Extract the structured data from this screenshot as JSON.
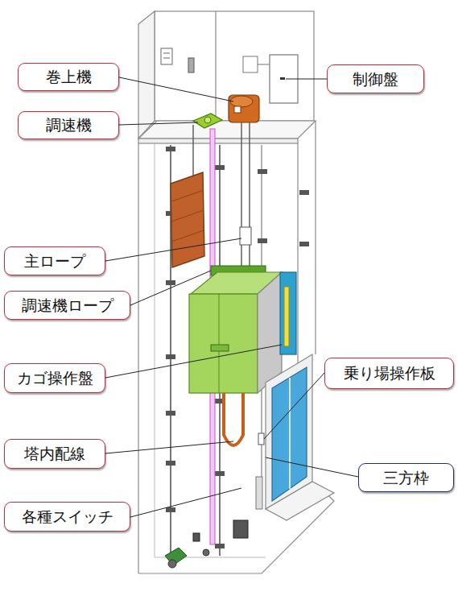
{
  "diagram": {
    "nodes": [
      {
        "text": [
          "巻上機"
        ]
      },
      {
        "text": [
          "制御盤"
        ]
      },
      {
        "text": [
          "調速機"
        ]
      },
      {
        "text": [
          "主ロープ"
        ]
      },
      {
        "text": [
          "調速機ロープ"
        ]
      },
      {
        "text": [
          "乗り場操作板"
        ]
      },
      {
        "text": [
          "カゴ操作盤"
        ]
      },
      {
        "text": [
          "塔内配線"
        ]
      },
      {
        "text": [
          "三方枠"
        ]
      },
      {
        "text": [
          "各種スイッチ"
        ]
      }
    ]
  }
}
